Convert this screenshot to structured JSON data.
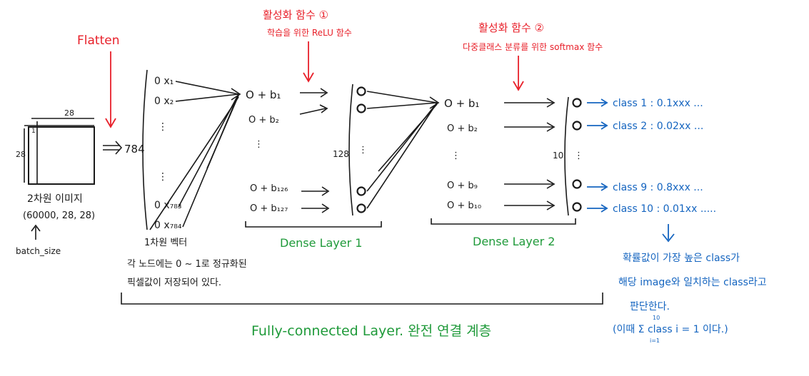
{
  "colors": {
    "ink": "#1a1a1a",
    "annotation_red": "#e8202a",
    "layer_green": "#1f9a3a",
    "output_blue": "#1565c0"
  },
  "input_image": {
    "width_label": "28",
    "height_label": "28",
    "corner_label": "1",
    "caption": "2차원 이미지",
    "shape": "(60000, 28, 28)",
    "batch_label": "batch_size"
  },
  "flatten": {
    "label": "Flatten",
    "size": "784"
  },
  "input_vector": {
    "nodes": [
      "0 x₁",
      "0 x₂",
      "0 x₇₈₃",
      "0 x₇₈₄"
    ],
    "caption_1": "1차원 벡터",
    "caption_2": "각 노드에는 0 ~ 1로 정규화된",
    "caption_3": "픽셀값이 저장되어 있다."
  },
  "activation_1": {
    "title": "활성화 함수 ①",
    "subtitle": "학습을 위한 ReLU 함수"
  },
  "activation_2": {
    "title": "활성화 함수 ②",
    "subtitle": "다중클래스 분류를 위한 softmax 함수"
  },
  "dense_1": {
    "terms": [
      "O + b₁",
      "O + b₂",
      "O + b₁₂₆",
      "O + b₁₂₇"
    ],
    "size": "128",
    "label": "Dense Layer 1"
  },
  "dense_2": {
    "terms": [
      "O + b₁",
      "O + b₂",
      "O + b₉",
      "O + b₁₀"
    ],
    "size": "10",
    "label": "Dense Layer 2"
  },
  "outputs": [
    "class 1 : 0.1xxx ...",
    "class 2 : 0.02xx ...",
    "class 9 : 0.8xxx ...",
    "class 10 : 0.01xx ....."
  ],
  "conclusion": {
    "line_1": "확률값이 가장 높은 class가",
    "line_2": "해당 image와 일치하는 class라고",
    "line_3": "판단한다.",
    "line_4": "(이때 Σ class i = 1 이다.)",
    "sigma_top": "10",
    "sigma_bottom": "i=1"
  },
  "fc_label": "Fully-connected Layer. 완전 연결 계층"
}
